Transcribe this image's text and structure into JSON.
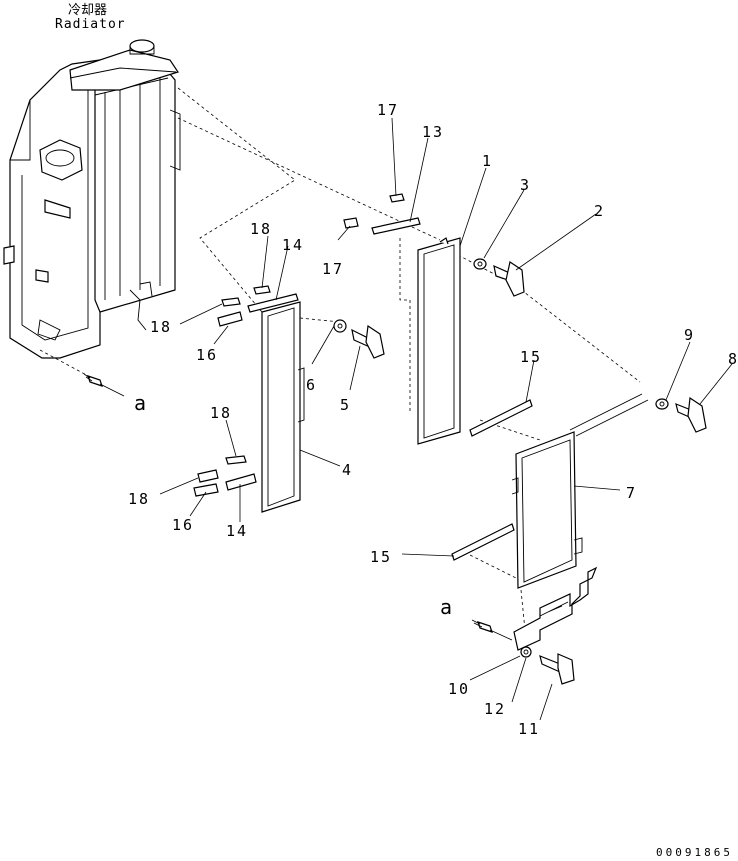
{
  "title": {
    "japanese": "冷却器",
    "english": "Radiator"
  },
  "document_id": "00091865",
  "reference_marks": [
    "a",
    "a"
  ],
  "part_numbers": {
    "p1": "1",
    "p2": "2",
    "p3": "3",
    "p4": "4",
    "p5": "5",
    "p6": "6",
    "p7": "7",
    "p8": "8",
    "p9": "9",
    "p10": "10",
    "p11": "11",
    "p12": "12",
    "p13": "13",
    "p14a": "14",
    "p14b": "14",
    "p15a": "15",
    "p15b": "15",
    "p16a": "16",
    "p16b": "16",
    "p17a": "17",
    "p17b": "17",
    "p18a": "18",
    "p18b": "18",
    "p18c": "18",
    "p18d": "18"
  }
}
